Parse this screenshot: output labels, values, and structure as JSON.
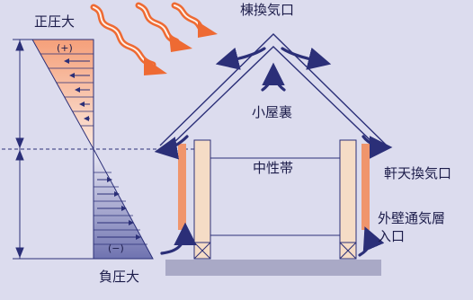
{
  "labels": {
    "positive_pressure": "正圧大",
    "negative_pressure": "負圧大",
    "plus_sign": "(+)",
    "minus_sign": "(−)",
    "ridge_vent": "棟換気口",
    "attic": "小屋裏",
    "neutral_zone": "中性帯",
    "eave_vent": "軒天換気口",
    "wall_vent_line1": "外壁通気層",
    "wall_vent_line2": "入口"
  },
  "colors": {
    "background": "#dcdcee",
    "arrow_blue": "#2b2f78",
    "positive_fill": "#f5a37e",
    "negative_fill": "#7276b2",
    "wall_panel": "#f5dcc6",
    "vent_strip": "#f0956c",
    "foundation": "#a9a9c6",
    "wind_arrow": "#ee6a33"
  }
}
